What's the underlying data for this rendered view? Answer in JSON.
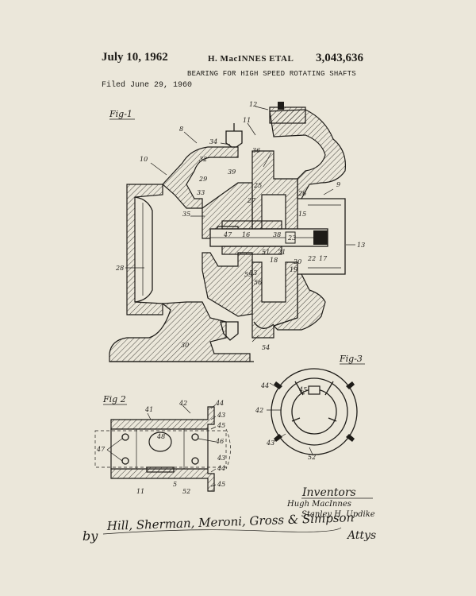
{
  "header": {
    "date": "July 10, 1962",
    "inventor": "H. MacINNES ETAL",
    "patent_number": "3,043,636",
    "title": "BEARING FOR HIGH SPEED ROTATING SHAFTS",
    "filed": "Filed June 29, 1960"
  },
  "figures": {
    "fig1": "Fig-1",
    "fig2": "Fig 2",
    "fig3": "Fig-3"
  },
  "fig1_labels": [
    "8",
    "10",
    "11",
    "12",
    "9",
    "13",
    "28",
    "30",
    "54",
    "34",
    "32",
    "33",
    "39",
    "29",
    "36",
    "35",
    "26",
    "25",
    "15",
    "23",
    "17",
    "22",
    "27",
    "20",
    "47",
    "18",
    "16",
    "55",
    "53",
    "56",
    "19",
    "21",
    "51",
    "38"
  ],
  "fig2_labels": [
    "42",
    "41",
    "44",
    "43",
    "45",
    "46",
    "48",
    "47",
    "5",
    "52",
    "11"
  ],
  "fig3_labels": [
    "44",
    "45",
    "42",
    "43",
    "52"
  ],
  "inventors": {
    "heading": "Inventors",
    "names": [
      "Hugh MacInnes",
      "Stanley H. Updike"
    ]
  },
  "attorneys": {
    "prefix": "by",
    "signature": "Hill, Sherman, Meroni, Gross & Simpson",
    "suffix": "Attys"
  }
}
